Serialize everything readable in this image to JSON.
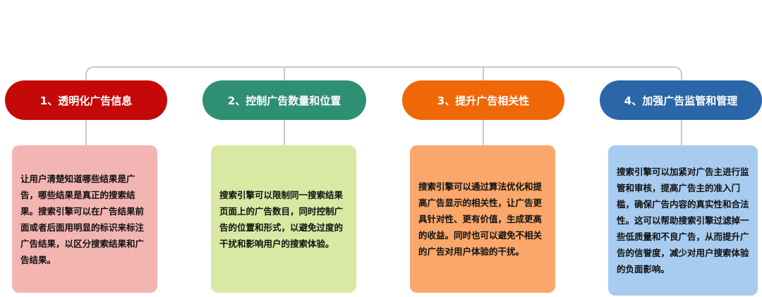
{
  "categories": [
    {
      "title": "1、透明化广告信息",
      "color": "#c50909",
      "card_color": "#f3b5b2",
      "text": "让用户清楚知道哪些结果是广告，哪些结果是真正的搜索结果。搜索引擎可以在广告结果前面或者后面用明显的标识来标注广告结果，以区分搜索结果和广告结果。"
    },
    {
      "title": "2、控制广告数量和位置",
      "color": "#2f8f72",
      "card_color": "#d9e8a3",
      "text": "搜索引擎可以限制同一搜索结果页面上的广告数目，同时控制广告的位置和形式，以避免过度的干扰和影响用户的搜索体验。"
    },
    {
      "title": "3、提升广告相关性",
      "color": "#f06708",
      "card_color": "#f9a76a",
      "text": "搜索引擎可以通过算法优化和提高广告显示的相关性，让广告更具针对性、更有价值，生成更高的收益。同时也可以避免不相关的广告对用户体验的干扰。"
    },
    {
      "title": "4、加强广告监管和管理",
      "color": "#2a66a8",
      "card_color": "#a8ccf0",
      "text": "搜索引擎可以加紧对广告主进行监管和审核，提高广告主的准入门槛，确保广告内容的真实性和合法性。这可以帮助搜索引擎过滤掉一些低质量和不良广告，从而提升广告的信誉度，减少对用户搜索体验的负面影响。"
    }
  ],
  "connector_color": "#c8c8c8"
}
